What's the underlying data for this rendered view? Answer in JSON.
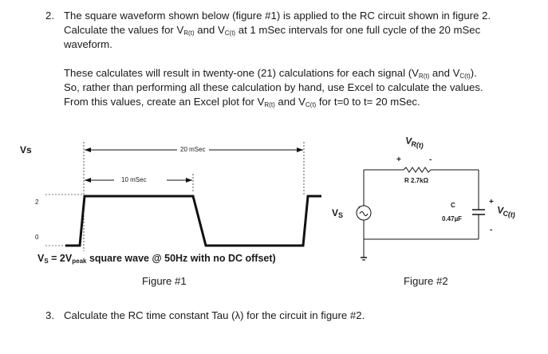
{
  "q2": {
    "number": "2.",
    "line1": "The square waveform shown below (figure #1) is applied to the RC circuit shown in figure 2.",
    "line2_a": "Calculate the values for V",
    "line2_sub1": "R(t)",
    "line2_b": " and V",
    "line2_sub2": "C(t)",
    "line2_c": " at 1 mSec intervals for one full cycle of the 20 mSec",
    "line3": "waveform.",
    "para2_line1_a": "These calculates will result in twenty-one (21) calculations for each signal (V",
    "para2_line1_sub1": "R(t)",
    "para2_line1_b": " and V",
    "para2_line1_sub2": "C(t)",
    "para2_line1_c": ").",
    "para2_line2": "So, rather than performing all these calculation by hand, use Excel to calculate the values.",
    "para2_line3_a": "From this values, create an Excel plot for V",
    "para2_line3_sub1": "R(t)",
    "para2_line3_b": " and V",
    "para2_line3_sub2": "C(t)",
    "para2_line3_c": " for t=0 to t= 20 mSec."
  },
  "figure1": {
    "vs_label": "Vs",
    "period_label": "20 mSec",
    "half_label": "10 mSec",
    "y_high": "2",
    "y_low": "0",
    "caption_a": "V",
    "caption_sub": "S",
    "caption_b": " = 2V",
    "caption_sub2": "peak",
    "caption_c": " square wave @ 50Hz with no DC offset)",
    "figure_label": "Figure #1"
  },
  "figure2": {
    "vr_label": "V",
    "vr_sub": "R(t)",
    "plus": "+",
    "minus": "-",
    "r_label": "R 2.7kΩ",
    "c_label": "C",
    "c_value": "0.47µF",
    "vc_label": "V",
    "vc_sub": "C(t)",
    "vs_label": "V",
    "vs_sub": "S",
    "figure_label": "Figure #2"
  },
  "q3": {
    "number": "3.",
    "text": "Calculate the RC time constant Tau (λ) for the circuit in figure #2."
  }
}
